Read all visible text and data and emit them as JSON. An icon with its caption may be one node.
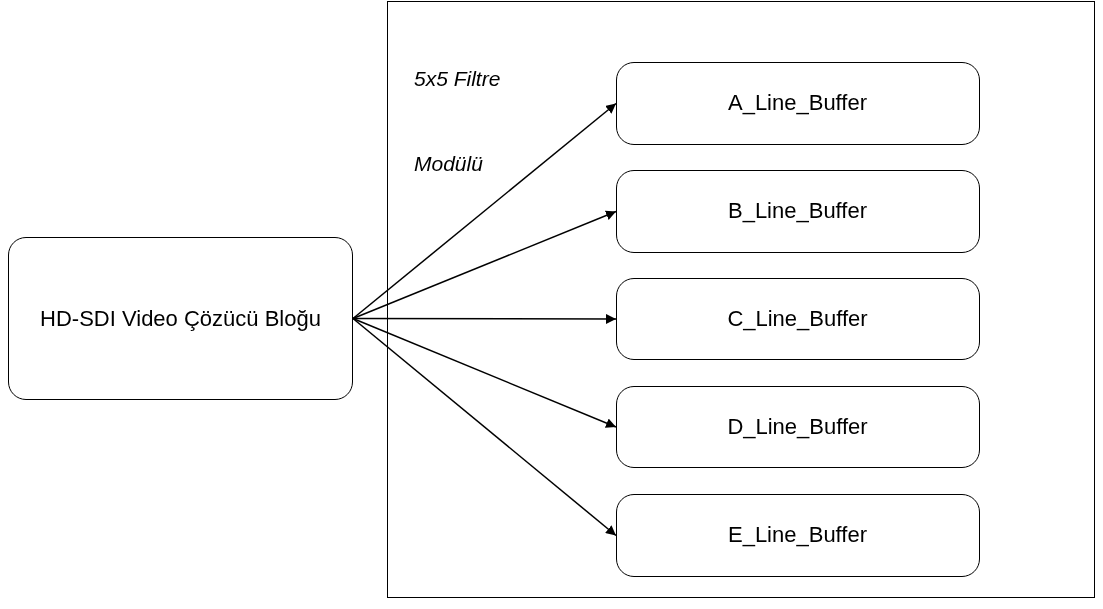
{
  "diagram": {
    "nodes": [
      {
        "text": [
          "HD-SDI Video Çözücü Bloğu"
        ]
      },
      {
        "text": [
          "5x5 Filtre Modülü"
        ]
      },
      {
        "text": [
          "A_Line_Buffer"
        ],
        "in": 1
      },
      {
        "text": [
          "B_Line_Buffer"
        ],
        "in": 1
      },
      {
        "text": [
          "C_Line_Buffer"
        ],
        "in": 1
      },
      {
        "text": [
          "D_Line_Buffer"
        ],
        "in": 1
      },
      {
        "text": [
          "E_Line_Buffer"
        ],
        "in": 1
      }
    ],
    "edges": [
      {
        "from": 0,
        "to": 2,
        "arrow": "to"
      },
      {
        "from": 0,
        "to": 3,
        "arrow": "to"
      },
      {
        "from": 0,
        "to": 4,
        "arrow": "to"
      },
      {
        "from": 0,
        "to": 5,
        "arrow": "to"
      },
      {
        "from": 0,
        "to": 6,
        "arrow": "to"
      }
    ]
  }
}
